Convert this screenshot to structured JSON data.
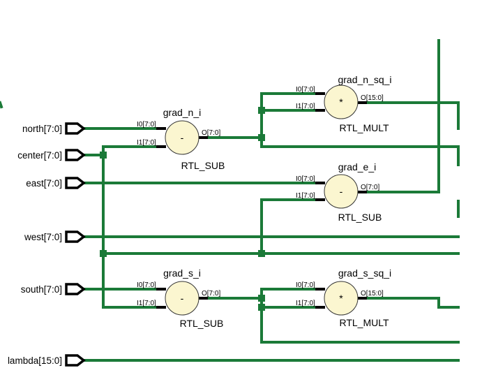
{
  "colors": {
    "wire": "#1b7a38",
    "cell_fill": "#fbf6d0"
  },
  "ports": [
    {
      "id": "north",
      "label": "north[7:0]"
    },
    {
      "id": "center",
      "label": "center[7:0]"
    },
    {
      "id": "east",
      "label": "east[7:0]"
    },
    {
      "id": "west",
      "label": "west[7:0]"
    },
    {
      "id": "south",
      "label": "south[7:0]"
    },
    {
      "id": "lambda",
      "label": "lambda[15:0]"
    }
  ],
  "cells": [
    {
      "id": "grad_n_i",
      "name": "grad_n_i",
      "type": "RTL_SUB",
      "op": "-",
      "in0": "I0[7:0]",
      "in1": "I1[7:0]",
      "out": "O[7:0]"
    },
    {
      "id": "grad_n_sq_i",
      "name": "grad_n_sq_i",
      "type": "RTL_MULT",
      "op": "*",
      "in0": "I0[7:0]",
      "in1": "I1[7:0]",
      "out": "O[15:0]"
    },
    {
      "id": "grad_e_i",
      "name": "grad_e_i",
      "type": "RTL_SUB",
      "op": "-",
      "in0": "I0[7:0]",
      "in1": "I1[7:0]",
      "out": "O[7:0]"
    },
    {
      "id": "grad_s_i",
      "name": "grad_s_i",
      "type": "RTL_SUB",
      "op": "-",
      "in0": "I0[7:0]",
      "in1": "I1[7:0]",
      "out": "O[7:0]"
    },
    {
      "id": "grad_s_sq_i",
      "name": "grad_s_sq_i",
      "type": "RTL_MULT",
      "op": "*",
      "in0": "I0[7:0]",
      "in1": "I1[7:0]",
      "out": "O[15:0]"
    }
  ]
}
